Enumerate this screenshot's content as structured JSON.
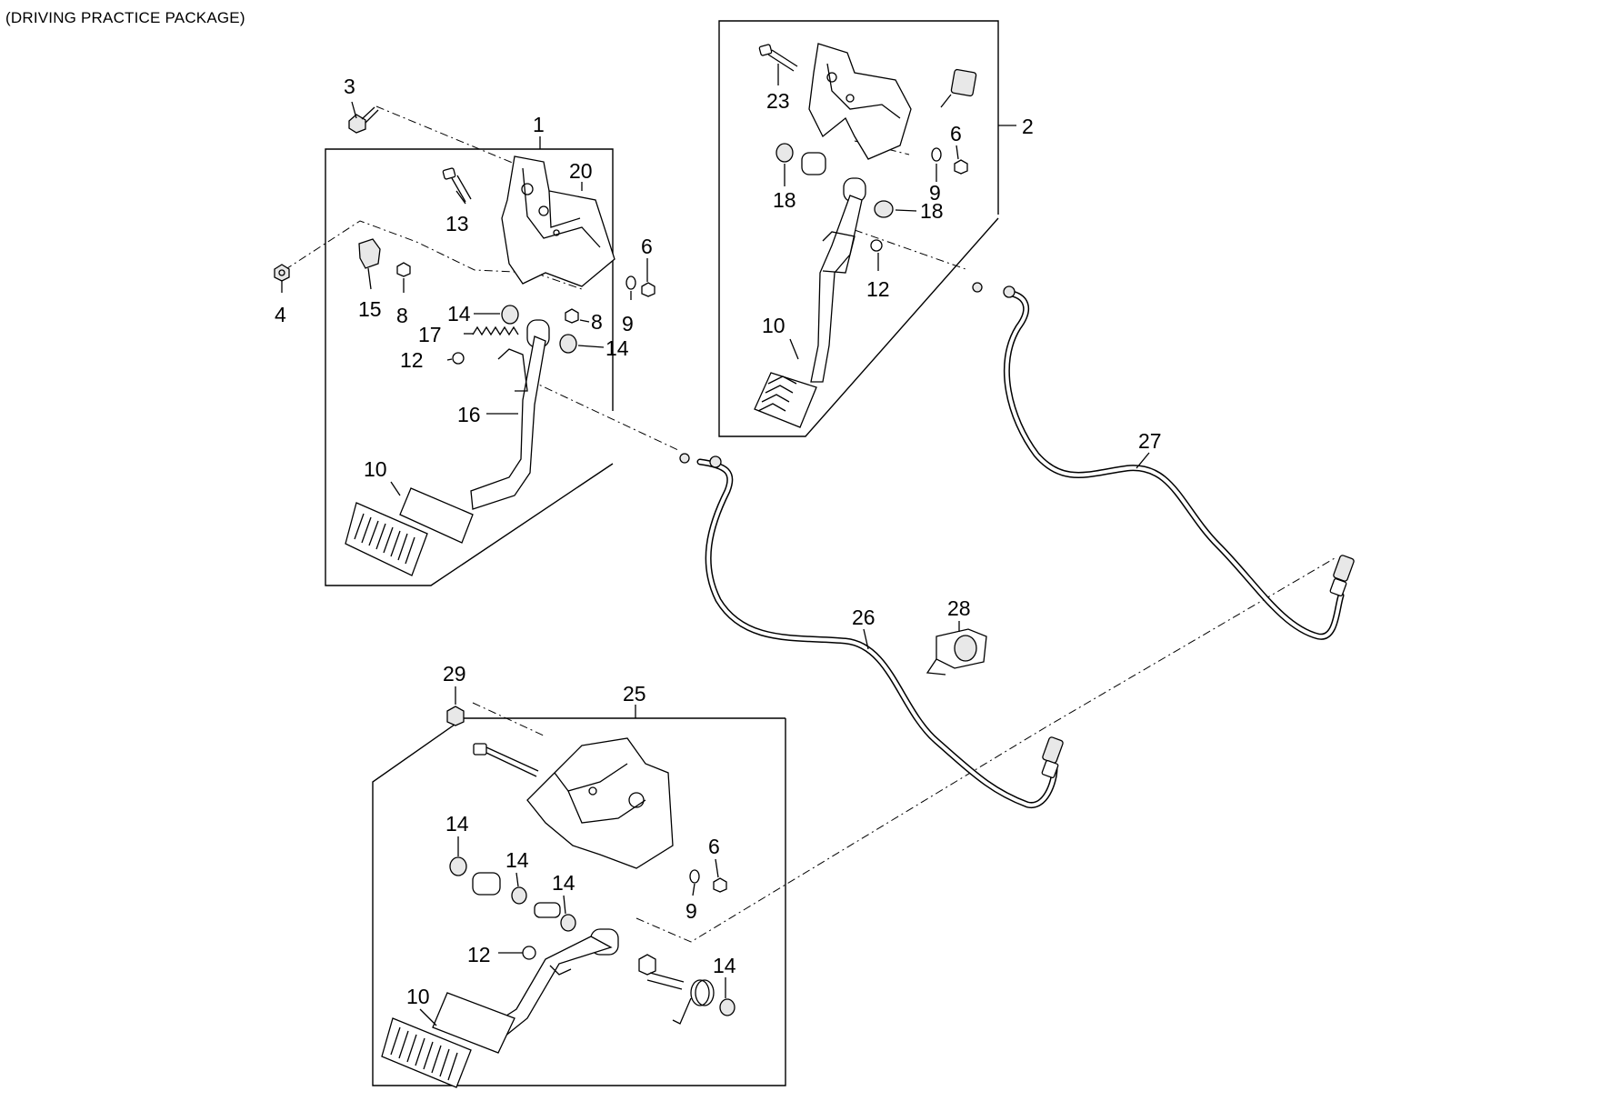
{
  "title": "(DRIVING PRACTICE PACKAGE)",
  "callouts": {
    "c1": "1",
    "c2": "2",
    "c3": "3",
    "c4": "4",
    "c6a": "6",
    "c6b": "6",
    "c6c": "6",
    "c8a": "8",
    "c8b": "8",
    "c9a": "9",
    "c9b": "9",
    "c9c": "9",
    "c10a": "10",
    "c10b": "10",
    "c10c": "10",
    "c12a": "12",
    "c12b": "12",
    "c12c": "12",
    "c13": "13",
    "c14a": "14",
    "c14b": "14",
    "c14c": "14",
    "c14d": "14",
    "c14e": "14",
    "c14f": "14",
    "c15": "15",
    "c16": "16",
    "c17": "17",
    "c18a": "18",
    "c18b": "18",
    "c20": "20",
    "c23": "23",
    "c25": "25",
    "c26": "26",
    "c27": "27",
    "c28": "28",
    "c29": "29"
  }
}
